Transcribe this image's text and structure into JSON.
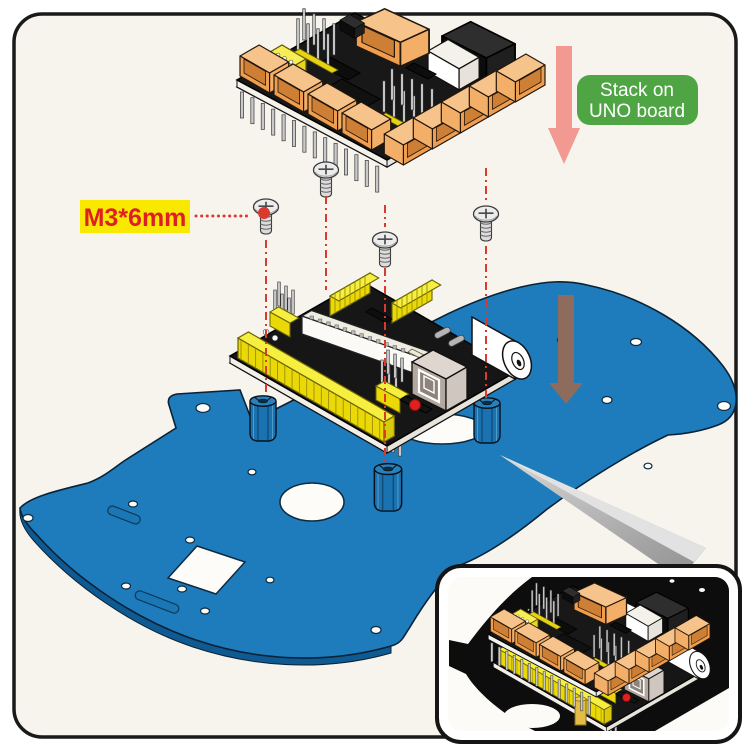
{
  "scene": {
    "stack_label": {
      "line1": "Stack on",
      "line2": "UNO board"
    },
    "screw_label": {
      "text": "M3*6mm"
    },
    "parts": {
      "shield": "sensor-shield-board",
      "uno": "uno-board",
      "chassis": "car-chassis-plate",
      "screw": "m3-screw",
      "standoff": "hex-standoff",
      "inset": "assembled-stack-detail-inset"
    },
    "colors": {
      "chassis_blue": "#1e7cbc",
      "chassis_blue_dark": "#0f5a92",
      "label_green": "#4fa544",
      "label_yellow": "#f9e800",
      "label_red": "#e01e25",
      "leader_red": "#d93a30",
      "arrow_pink": "#f29a92",
      "arrow_brown": "#8d6c5e",
      "connector_orange": "#f3ae67",
      "header_yellow": "#ecdb0c",
      "board_black": "#161616"
    }
  }
}
